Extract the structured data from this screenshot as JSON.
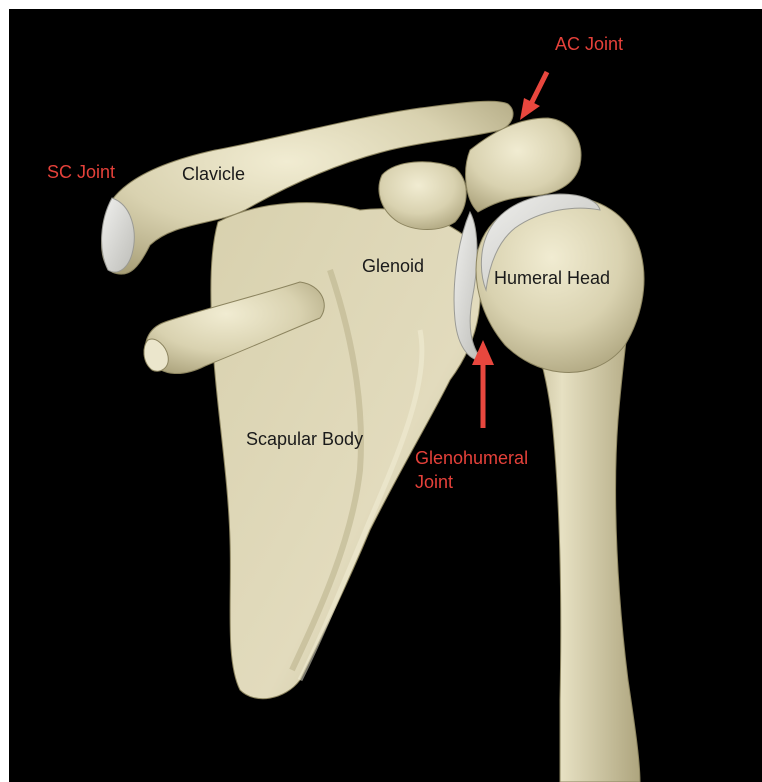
{
  "image": {
    "background_color": "#000000",
    "bone_color": "#d9d2b0",
    "cartilage_color": "#d3d3cf",
    "label_color": "#1a1a1a",
    "joint_label_color": "#e5413a",
    "arrow_color": "#e8473e"
  },
  "labels": {
    "clavicle": "Clavicle",
    "glenoid": "Glenoid",
    "humeral_head": "Humeral Head",
    "scapular_body": "Scapular Body",
    "sc_joint": "SC Joint",
    "ac_joint": "AC Joint",
    "glenohumeral_line1": "Glenohumeral",
    "glenohumeral_line2": "Joint"
  }
}
